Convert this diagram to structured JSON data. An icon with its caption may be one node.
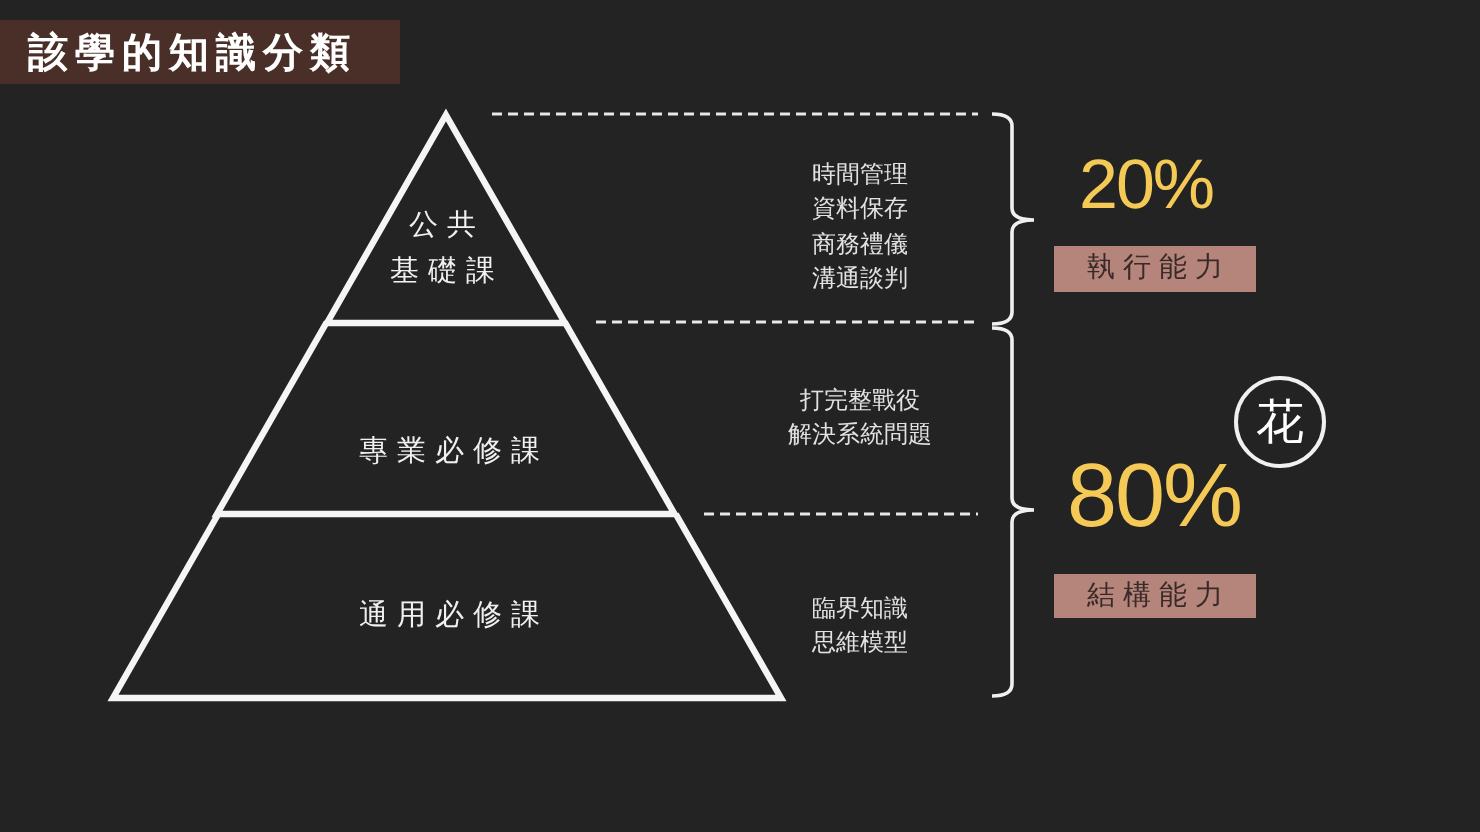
{
  "diagram": {
    "title": "該學的知識分類",
    "nodes": [
      {
        "text": [
          "公共基礎課"
        ],
        "beside": [
          "時間管理",
          "資料保存",
          "商務禮儀",
          "溝通談判"
        ]
      },
      {
        "text": [
          "專業必修課"
        ],
        "beside": [
          "打完整戰役",
          "解決系統問題"
        ]
      },
      {
        "text": [
          "通用必修課"
        ],
        "beside": [
          "臨界知識",
          "思維模型"
        ]
      },
      {
        "text": [
          "執行能力"
        ]
      },
      {
        "text": [
          "結構能力"
        ]
      },
      {
        "text": [
          "花"
        ]
      }
    ],
    "labels": [
      "20%",
      "80%"
    ]
  }
}
